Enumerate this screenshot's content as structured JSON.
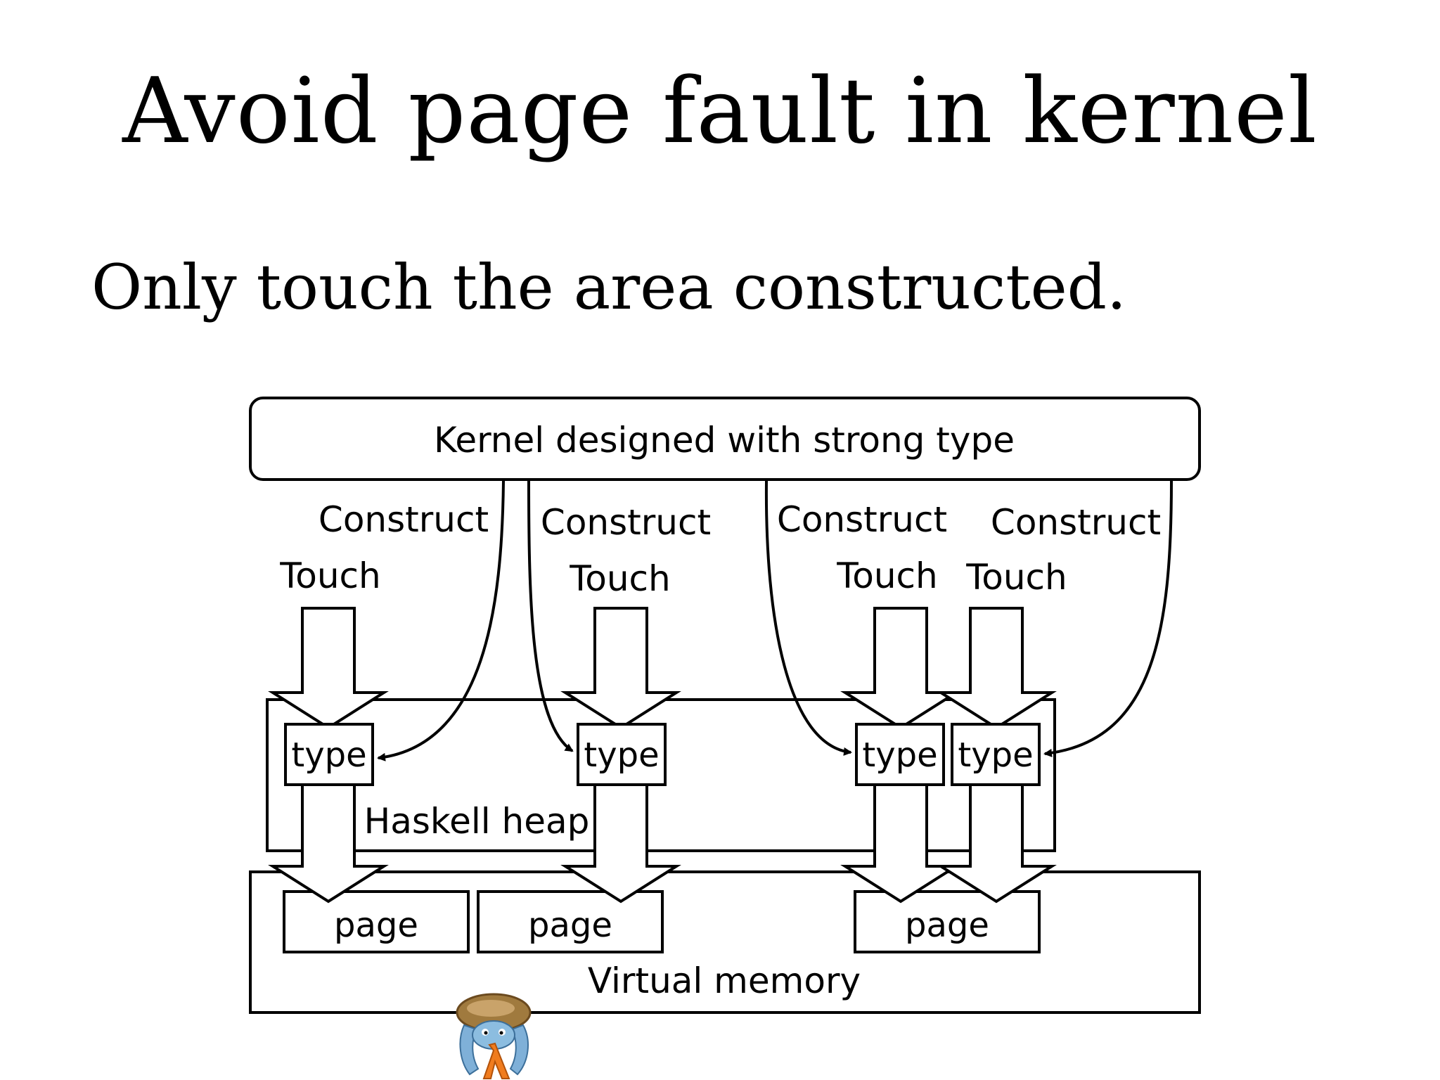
{
  "slide": {
    "title": "Avoid page fault in kernel",
    "subtitle": "Only touch the area constructed."
  },
  "diagram": {
    "kernel_box": "Kernel designed with strong type",
    "construct_labels": [
      "Construct",
      "Construct",
      "Construct",
      "Construct"
    ],
    "touch_labels": [
      "Touch",
      "Touch",
      "Touch",
      "Touch"
    ],
    "type_boxes": [
      "type",
      "type",
      "type",
      "type"
    ],
    "heap_label": "Haskell heap",
    "page_boxes": [
      "page",
      "page",
      "page"
    ],
    "vm_label": "Virtual memory"
  },
  "icons": {
    "mascot": "haskell-turtle-mascot-icon"
  }
}
